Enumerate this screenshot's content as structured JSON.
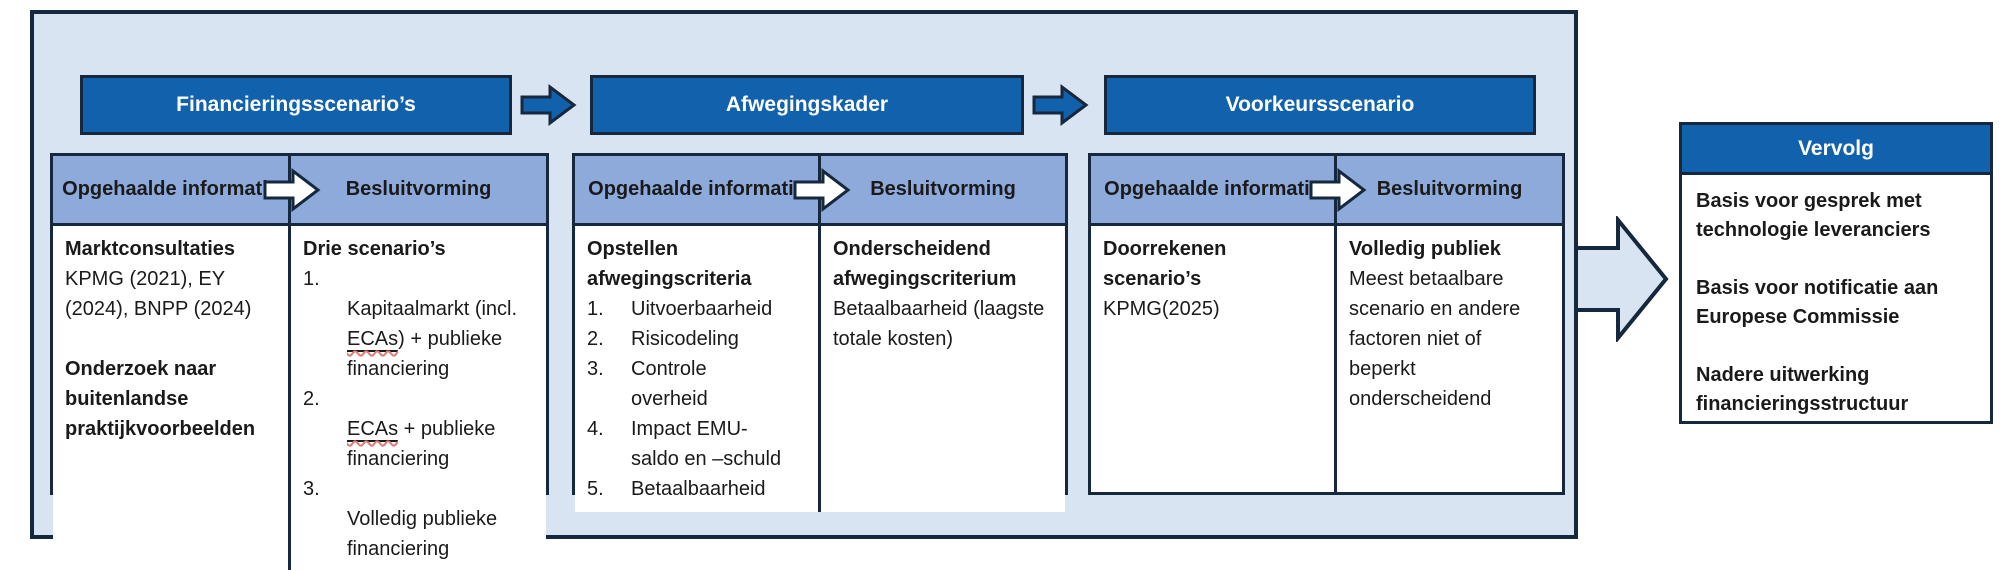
{
  "palette": {
    "header_blue": "#1261ac",
    "subheader_blue": "#8eaadb",
    "container_fill": "#d9e4f2",
    "border_navy": "#15283e",
    "spellcheck_red": "#e07a73",
    "header_text": "#ffffff",
    "body_text": "#1a1a1a"
  },
  "phases": [
    {
      "title": "Financieringsscenario’s",
      "info_header": "Opgehaalde informatie",
      "decision_header": "Besluitvorming",
      "info": {
        "block1_bold": "Marktconsultaties",
        "block1_text": "KPMG (2021), EY (2024), BNPP (2024)",
        "block2_bold": "Onderzoek naar buitenlandse praktijkvoorbeelden"
      },
      "decision": {
        "lead": "Drie scenario’s",
        "items": [
          {
            "pre": "Kapitaalmarkt (incl. ",
            "mark": "ECAs",
            "post": ") + publieke financiering"
          },
          {
            "pre": "",
            "mark": "ECAs",
            "post": " + publieke financiering"
          },
          {
            "pre": "Volledig publieke financiering",
            "mark": "",
            "post": ""
          }
        ]
      }
    },
    {
      "title": "Afwegingskader",
      "info_header": "Opgehaalde informatie",
      "decision_header": "Besluitvorming",
      "info": {
        "lead": "Opstellen afwegingscriteria",
        "items": [
          "Uitvoerbaarheid",
          "Risicodeling",
          "Controle\noverheid",
          "Impact EMU-\nsaldo en –schuld",
          "Betaalbaarheid"
        ]
      },
      "decision": {
        "lead": "Onderscheidend afwegingscriterium",
        "text": "Betaalbaarheid (laagste totale kosten)"
      }
    },
    {
      "title": "Voorkeursscenario",
      "info_header": "Opgehaalde informatie",
      "decision_header": "Besluitvorming",
      "info": {
        "lead": "Doorrekenen scenario’s",
        "text": "KPMG(2025)"
      },
      "decision": {
        "lead": "Volledig publiek",
        "text": "Meest betaalbare scenario en andere factoren niet of beperkt onderscheidend"
      }
    }
  ],
  "vervolg": {
    "title": "Vervolg",
    "items": [
      "Basis voor gesprek met technologie leveranciers",
      "Basis voor notificatie aan Europese Commissie",
      "Nadere uitwerking financieringsstructuur"
    ]
  }
}
